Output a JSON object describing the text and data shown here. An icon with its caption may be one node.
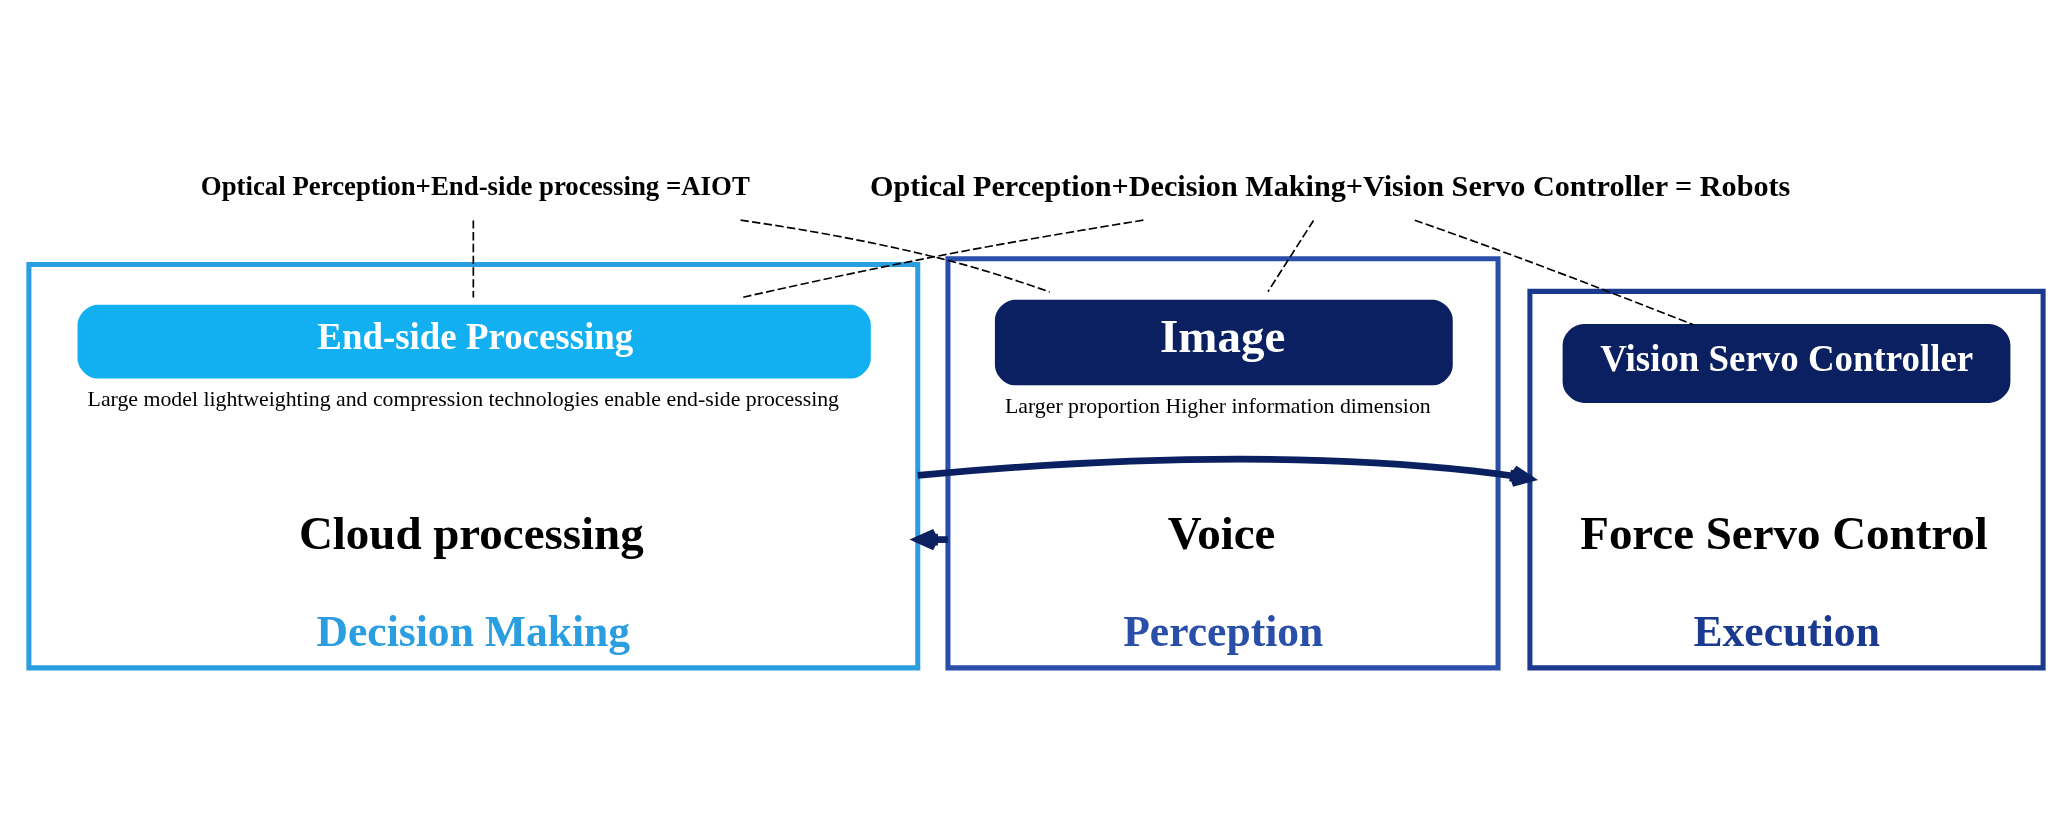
{
  "diagram": {
    "nodes": [
      {
        "text": [
          "Perception"
        ]
      },
      {
        "text": [
          "Image"
        ],
        "in": 0,
        "beside": [
          "Larger proportion Higher information dimension"
        ]
      },
      {
        "text": [
          "Voice"
        ],
        "in": 0
      },
      {
        "text": [
          "Decision Making"
        ]
      },
      {
        "text": [
          "End-side Processing"
        ],
        "in": 3,
        "beside": [
          "Large model lightweighting and compression technologies enable end-side processing"
        ]
      },
      {
        "text": [
          "Cloud processing"
        ],
        "in": 3
      },
      {
        "text": [
          "Execution"
        ]
      },
      {
        "text": [
          "Vision Servo Controller"
        ],
        "in": 6
      },
      {
        "text": [
          "Force Servo Control"
        ],
        "in": 6
      },
      {
        "text": [
          "Optical Perception+Decision Making+Vision Servo Controller = Robots"
        ]
      },
      {
        "text": [
          "Optical Perception+End-side processing =AIOT"
        ]
      }
    ],
    "edges": [
      {
        "from": 9,
        "to": 1,
        "arrow": "none",
        "style": "dashed"
      },
      {
        "from": 9,
        "to": 4,
        "arrow": "none",
        "style": "dashed"
      },
      {
        "from": 9,
        "to": 7,
        "arrow": "none",
        "style": "dashed"
      },
      {
        "from": 10,
        "to": 1,
        "arrow": "none",
        "style": "dashed"
      },
      {
        "from": 10,
        "to": 4,
        "arrow": "none",
        "style": "dashed"
      },
      {
        "from": 0,
        "to": 3,
        "arrow": "to",
        "style": "thick",
        "color": "#0a2060"
      },
      {
        "from": 3,
        "to": 6,
        "arrow": "to",
        "style": "thick",
        "color": "#0a2060"
      }
    ]
  }
}
